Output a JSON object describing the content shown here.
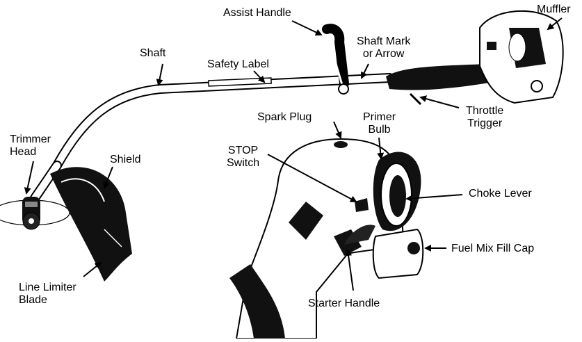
{
  "labels": {
    "assist_handle": "Assist Handle",
    "muffler": "Muffler",
    "shaft": "Shaft",
    "shaft_mark_1": "Shaft Mark",
    "shaft_mark_2": "or Arrow",
    "safety_label": "Safety Label",
    "throttle_trigger_1": "Throttle",
    "throttle_trigger_2": "Trigger",
    "spark_plug": "Spark Plug",
    "primer_bulb_1": "Primer",
    "primer_bulb_2": "Bulb",
    "trimmer_head_1": "Trimmer",
    "trimmer_head_2": "Head",
    "stop_switch_1": "STOP",
    "stop_switch_2": "Switch",
    "shield": "Shield",
    "choke_lever": "Choke Lever",
    "fuel_mix_fill_cap": "Fuel Mix Fill Cap",
    "line_limiter_blade_1": "Line Limiter",
    "line_limiter_blade_2": "Blade",
    "starter_handle": "Starter Handle"
  },
  "colors": {
    "ink": "#000000",
    "paper": "#ffffff"
  }
}
